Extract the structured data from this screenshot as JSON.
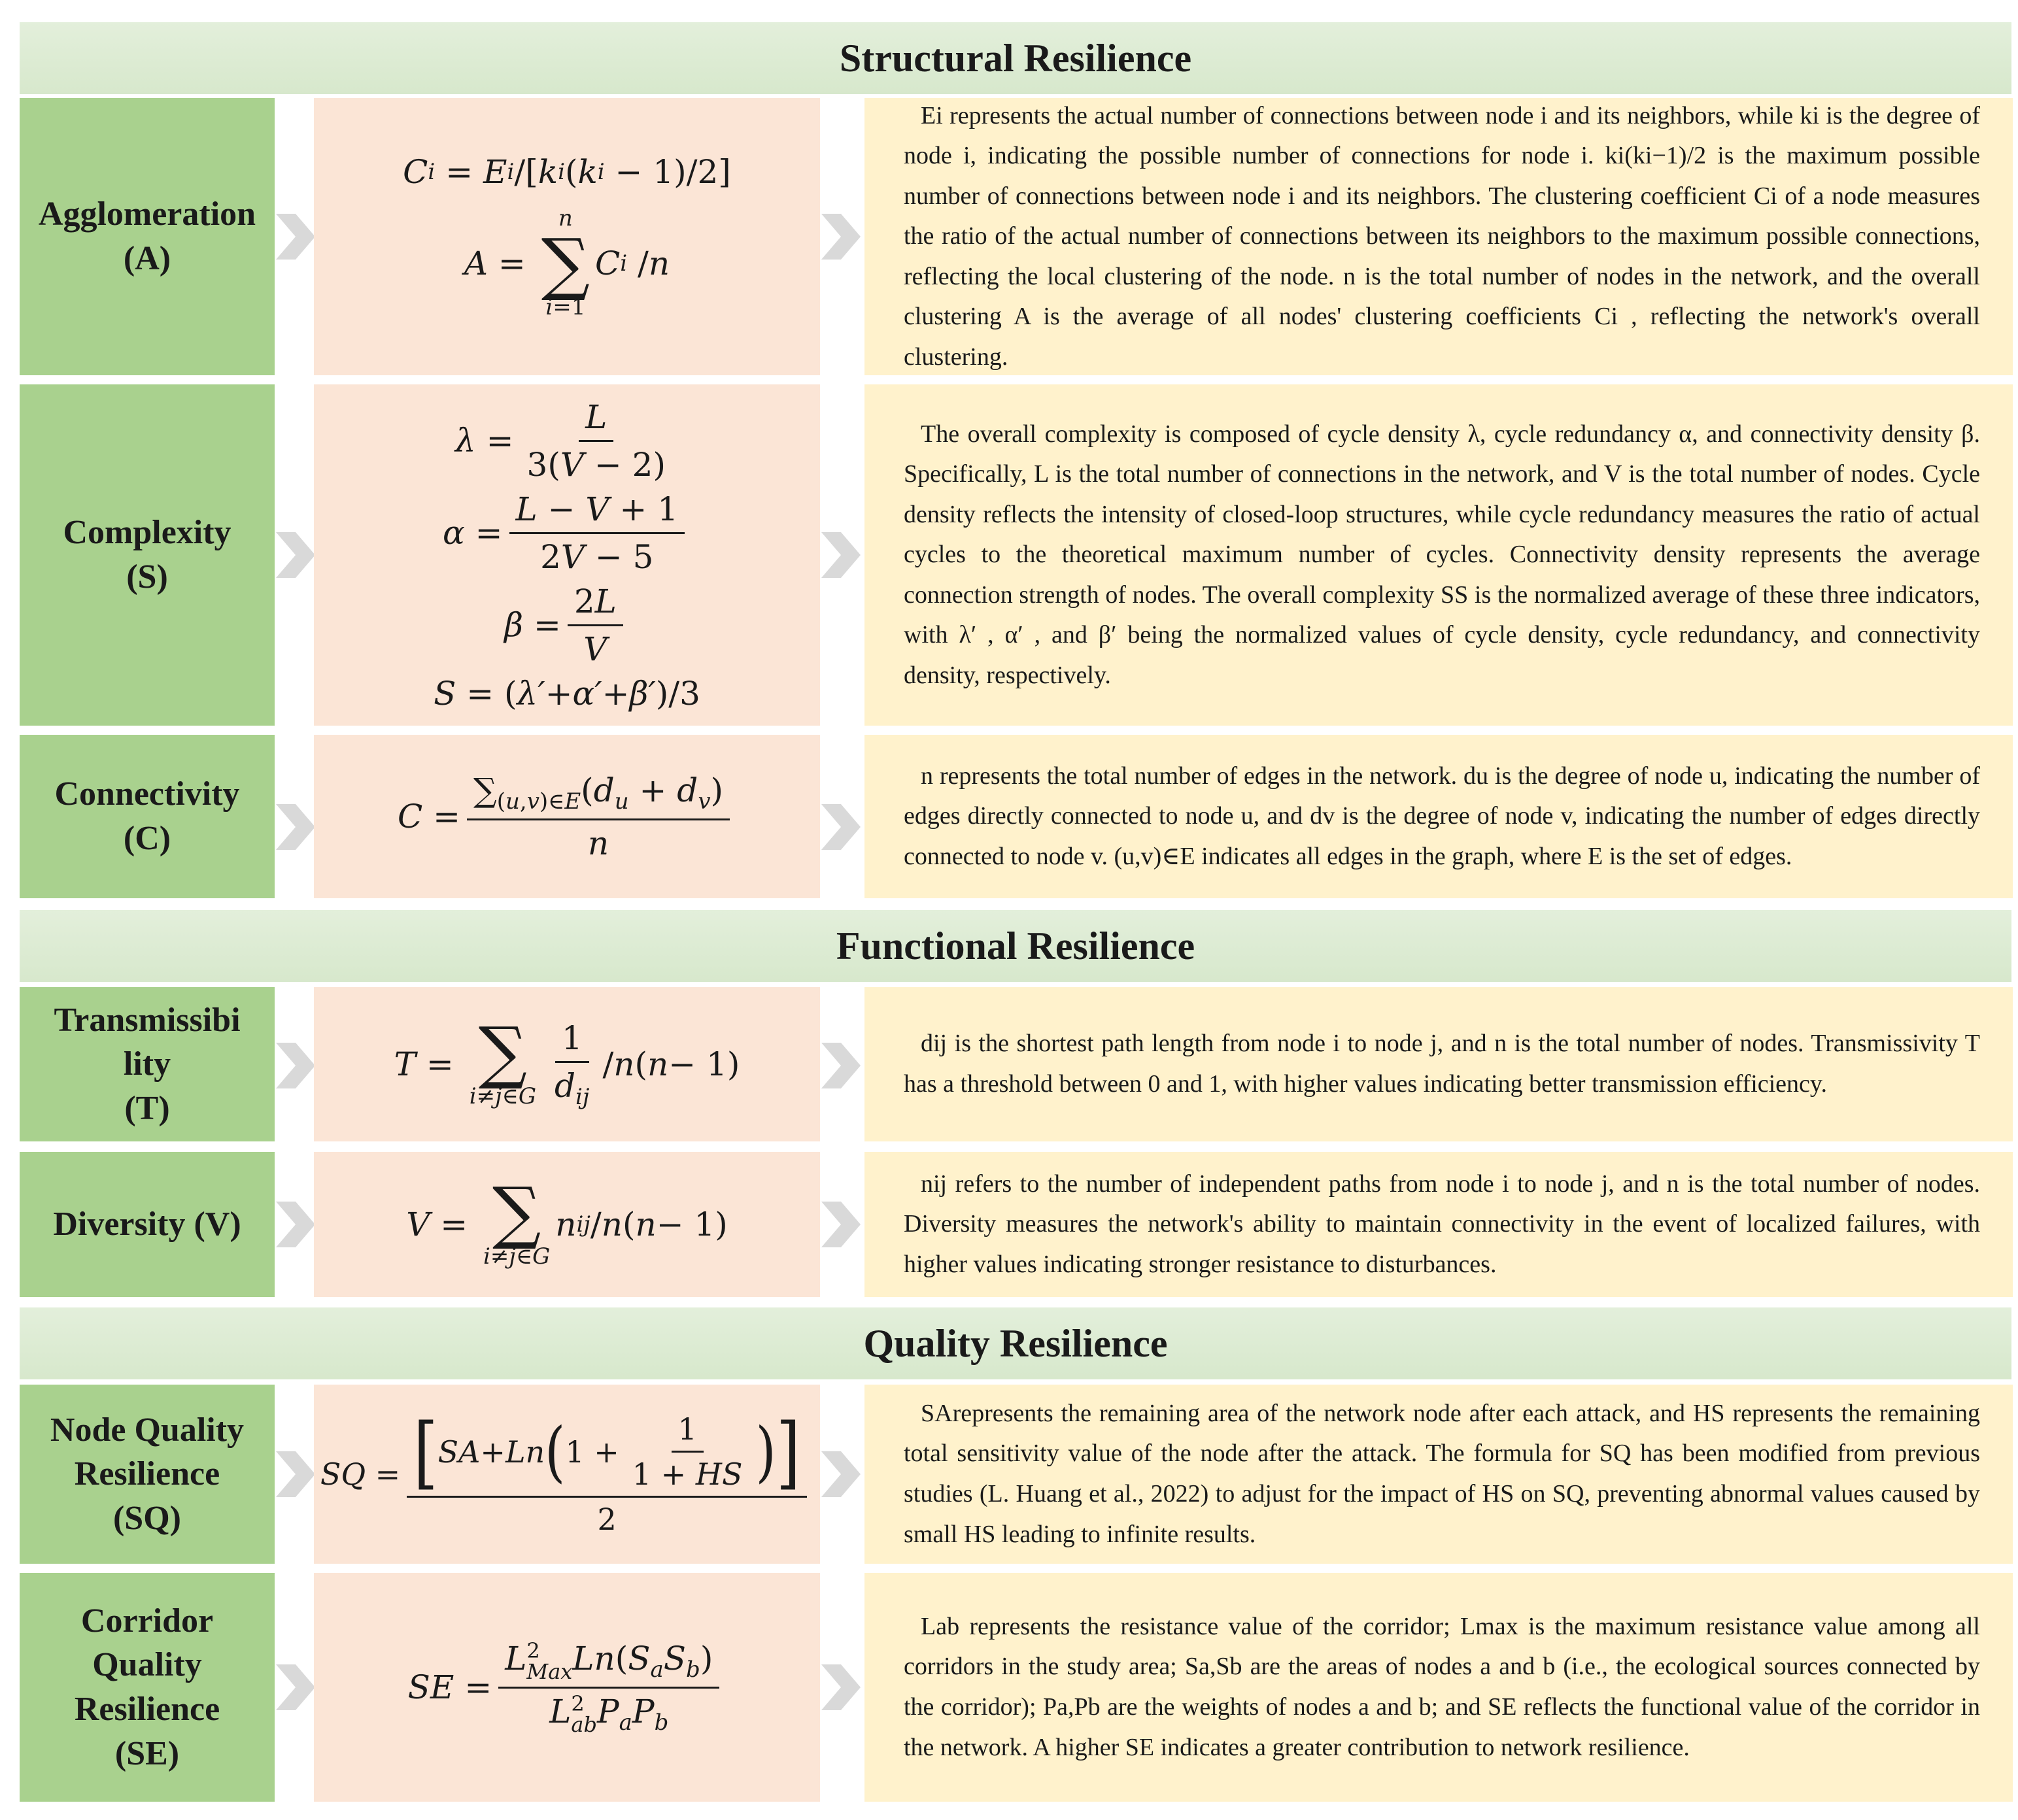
{
  "sections": {
    "structural": "Structural Resilience",
    "functional": "Functional Resilience",
    "quality": "Quality Resilience"
  },
  "labels": {
    "agglomeration": [
      "Agglomeration",
      "(A)"
    ],
    "complexity": [
      "Complexity",
      "(S)"
    ],
    "connectivity": [
      "Connectivity",
      "(C)"
    ],
    "transmissibility": [
      "Transmissibi",
      "lity",
      "(T)"
    ],
    "diversity": [
      "Diversity (V)"
    ],
    "node_quality": [
      "Node Quality",
      "Resilience",
      "(SQ)"
    ],
    "corridor_quality": [
      "Corridor",
      "Quality",
      "Resilience",
      "(SE)"
    ]
  },
  "descriptions": {
    "agglomeration": "Ei represents the actual number of connections between node i and its neighbors, while ki is the degree of node i, indicating the possible number of connections for node i. ki(ki−1)/2 is the maximum possible number of connections between node i and its neighbors. The clustering coefficient Ci of a node measures the ratio of the actual number of connections between its neighbors to the maximum possible connections, reflecting the local clustering of the node. n is the total number of nodes in the network, and the overall clustering A is the average of all nodes' clustering coefficients Ci , reflecting the network's overall clustering.",
    "complexity": "The overall complexity is composed of cycle density λ, cycle redundancy α, and connectivity density β. Specifically, L is the total number of connections in the network, and V is the total number of nodes. Cycle density reflects the intensity of closed-loop structures, while cycle redundancy measures the ratio of actual cycles to the theoretical maximum number of cycles. Connectivity density represents the average connection strength of nodes. The overall complexity SS is the normalized average of these three indicators, with λ′ , α′ , and β′ being the normalized values of cycle density, cycle redundancy, and connectivity density, respectively.",
    "connectivity": "n represents the total number of edges in the network. du is the degree of node u, indicating the number of edges directly connected to node u, and dv is the degree of node v, indicating the number of edges directly connected to node v. (u,v)∈E indicates all edges in the graph, where E is the set of edges.",
    "transmissibility": "dij is the shortest path length from node i to node j, and n is the total number of nodes. Transmissivity T has a threshold between 0 and 1, with higher values indicating better transmission efficiency.",
    "diversity": "nij refers to the number of independent paths from node i to node j, and n is the total number of nodes. Diversity measures the network's ability to maintain connectivity in the event of localized failures, with higher values indicating stronger resistance to disturbances.",
    "node_quality": "SArepresents the remaining area of the network node after each attack, and HS represents the remaining total sensitivity value of the node after the attack. The formula for SQ has been modified from previous studies (L. Huang et al., 2022) to adjust for the impact of HS on SQ, preventing abnormal values caused by small HS leading to infinite results.",
    "corridor_quality": "Lab represents the resistance value of the corridor; Lmax is the maximum resistance value among all corridors in the study area; Sa,Sb are the areas of nodes a and b (i.e., the ecological sources connected by the corridor); Pa,Pb are the weights of nodes a and b; and SE reflects the functional value of the corridor in the network. A higher SE indicates a greater contribution to network resilience."
  },
  "colors": {
    "banner": "#d7e8cc",
    "label": "#a9d18e",
    "formula": "#fbe5d6",
    "description": "#fff2cc",
    "chevron": "#d9d9d9"
  },
  "icons": {
    "arrow": "chevron-right-icon"
  }
}
